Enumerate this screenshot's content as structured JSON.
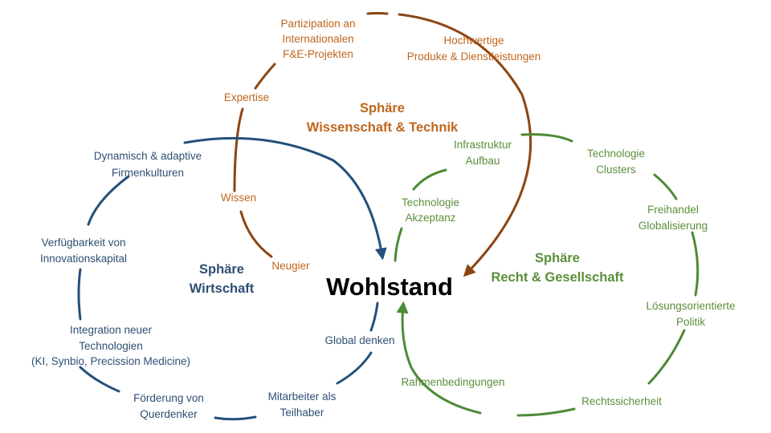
{
  "colors": {
    "science": "#8B4513",
    "science_text": "#C0661C",
    "economy": "#24507A",
    "economy_text": "#2E4F74",
    "society": "#4E8A36",
    "society_text": "#5A8F3A",
    "center_text": "#000000"
  },
  "center": {
    "label": "Wohlstand"
  },
  "spheres": {
    "science": {
      "line1": "Sphäre",
      "line2": "Wissenschaft & Technik"
    },
    "economy": {
      "line1": "Sphäre",
      "line2": "Wirtschaft"
    },
    "society": {
      "line1": "Sphäre",
      "line2": "Recht & Gesellschaft"
    }
  },
  "science_labels": {
    "partizipation": [
      "Partizipation an",
      "Internationalen",
      "F&E-Projekten"
    ],
    "hochwertige": [
      "Hochwertige",
      "Produke & Dienstleistungen"
    ],
    "expertise": "Expertise",
    "wissen": "Wissen",
    "neugier": "Neugier"
  },
  "economy_labels": {
    "dynamisch": [
      "Dynamisch & adaptive",
      "Firmenkulturen"
    ],
    "verfuegbarkeit": [
      "Verfügbarkeit von",
      "Innovationskapital"
    ],
    "integration": [
      "Integration neuer",
      "Technologien",
      "(KI, Synbio, Precission Medicine)"
    ],
    "foerderung": [
      "Förderung von",
      "Querdenker"
    ],
    "mitarbeiter": [
      "Mitarbeiter als",
      "Teilhaber"
    ],
    "global": "Global denken"
  },
  "society_labels": {
    "infrastruktur": [
      "Infrastruktur",
      "Aufbau"
    ],
    "akzeptanz": [
      "Technologie",
      "Akzeptanz"
    ],
    "clusters": [
      "Technologie",
      "Clusters"
    ],
    "freihandel": [
      "Freihandel",
      "Globalisierung"
    ],
    "loesung": [
      "Lösungsorientierte",
      "Politik"
    ],
    "rahmen": "Rahmenbedingungen",
    "rechts": "Rechtssicherheit"
  }
}
